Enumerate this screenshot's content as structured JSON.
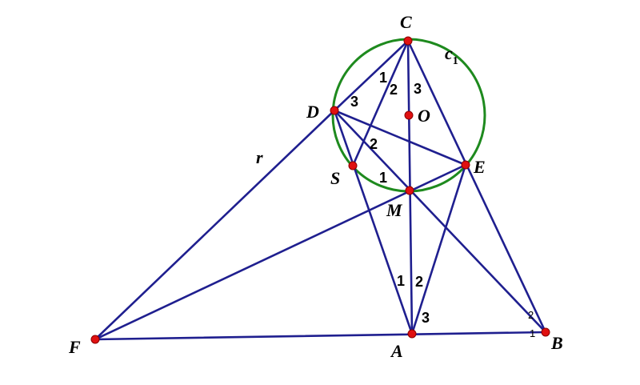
{
  "points": {
    "C": "C",
    "O": "O",
    "D": "D",
    "E": "E",
    "S": "S",
    "M": "M",
    "A": "A",
    "B": "B",
    "F": "F"
  },
  "circle_label": {
    "base": "c",
    "sub": "1"
  },
  "segment_label_r": "r",
  "angle_marks": {
    "C1": "1",
    "C2": "2",
    "C3": "3",
    "D3": "3",
    "D2": "2",
    "M1": "1",
    "A1": "1",
    "A2": "2",
    "A3": "3",
    "B2": "2",
    "B1": "1"
  },
  "colors": {
    "lines": "#1f1f8f",
    "circle": "#1e8a1e",
    "points": "#e01010"
  }
}
